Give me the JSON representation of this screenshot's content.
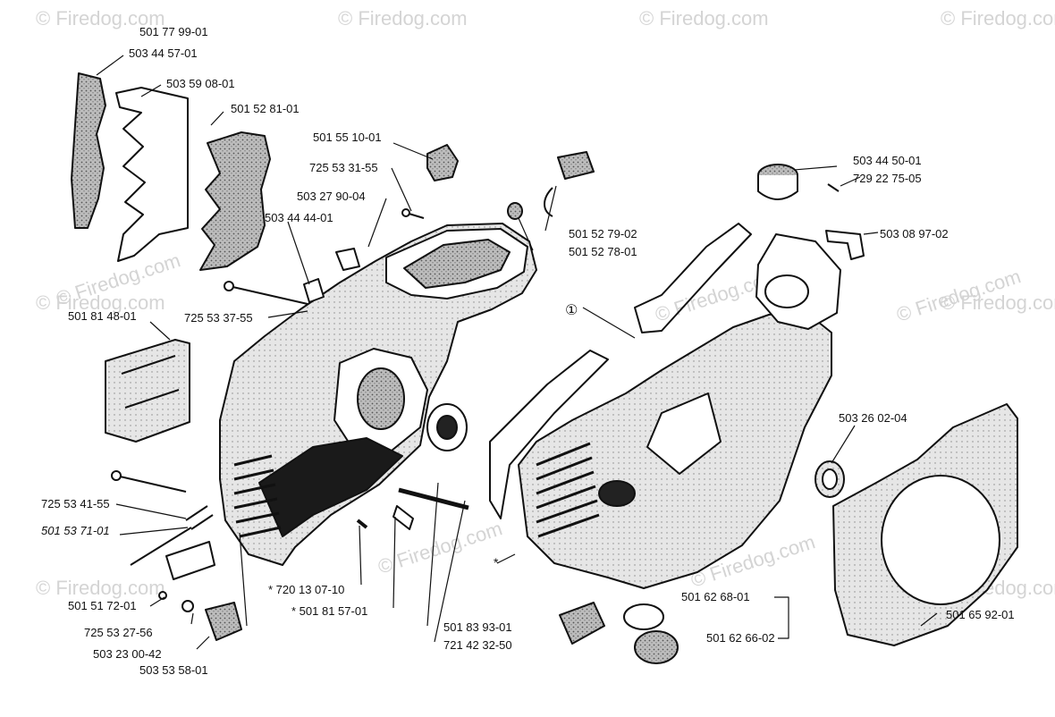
{
  "watermark_text": "© Firedog.com",
  "callout_marker": "①",
  "labels": {
    "l_501_77_99_01": "501 77 99-01",
    "l_503_44_57_01": "503 44 57-01",
    "l_503_59_08_01": "503 59 08-01",
    "l_501_52_81_01": "501 52 81-01",
    "l_501_55_10_01": "501 55 10-01",
    "l_725_53_31_55": "725 53 31-55",
    "l_503_27_90_04": "503 27 90-04",
    "l_503_44_44_01": "503 44 44-01",
    "l_725_53_37_55": "725 53 37-55",
    "l_501_81_48_01": "501 81 48-01",
    "l_725_53_41_55": "725 53 41-55",
    "l_501_53_71_01": "501 53 71-01",
    "l_501_51_72_01": "501 51 72-01",
    "l_725_53_27_56": "725 53 27-56",
    "l_503_23_00_42": "503 23 00-42",
    "l_503_53_58_01": "503 53 58-01",
    "l_720_13_07_10": "* 720 13 07-10",
    "l_501_81_57_01": "* 501 81 57-01",
    "l_501_83_93_01": "501 83 93-01",
    "l_721_42_32_50": "721 42 32-50",
    "l_501_52_79_02": "501 52 79-02",
    "l_501_52_78_01": "501 52 78-01",
    "l_503_44_50_01": "503 44 50-01",
    "l_729_22_75_05": "729 22 75-05",
    "l_503_08_97_02": "503 08 97-02",
    "l_503_26_02_04": "503 26 02-04",
    "l_501_62_68_01": "501 62 68-01",
    "l_501_62_66_02": "501 62 66-02",
    "l_501_65_92_01": "501 65 92-01",
    "asterisk": "*"
  }
}
